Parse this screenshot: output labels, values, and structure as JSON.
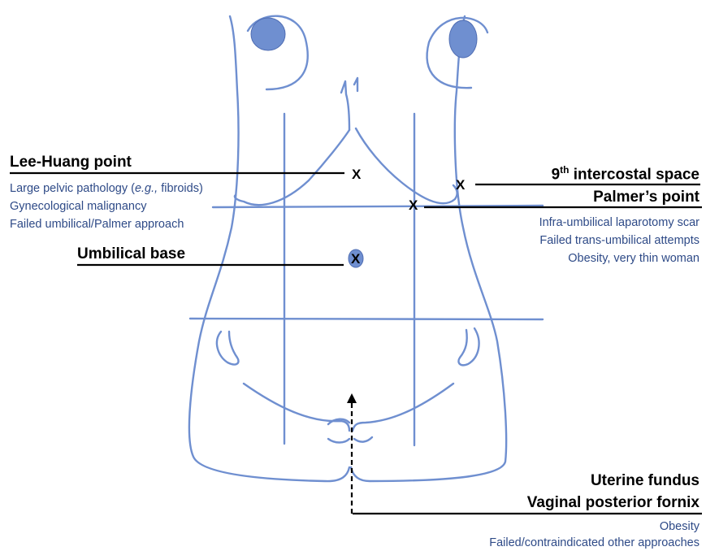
{
  "colors": {
    "body_outline": "#6f8fd0",
    "fill": "#6f8fd0",
    "label": "#000000",
    "note": "#2e4a87"
  },
  "left": {
    "lee_huang": {
      "title": "Lee-Huang point",
      "notes_line1_a": "Large pelvic pathology (",
      "notes_line1_em": "e.g.,",
      "notes_line1_b": " fibroids)",
      "notes_line2": "Gynecological malignancy",
      "notes_line3": "Failed umbilical/Palmer approach"
    },
    "umbilical": {
      "title": "Umbilical base"
    }
  },
  "right": {
    "intercostal": {
      "title_num": "9",
      "title_sup": "th",
      "title_rest": " intercostal space"
    },
    "palmer": {
      "title": "Palmer’s point",
      "notes": [
        "Infra-umbilical laparotomy scar",
        "Failed trans-umbilical attempts",
        "Obesity, very thin woman"
      ]
    },
    "fundus": {
      "title1": "Uterine fundus",
      "title2": "Vaginal posterior fornix",
      "notes": [
        "Obesity",
        "Failed/contraindicated other approaches"
      ]
    }
  },
  "marker": "X"
}
